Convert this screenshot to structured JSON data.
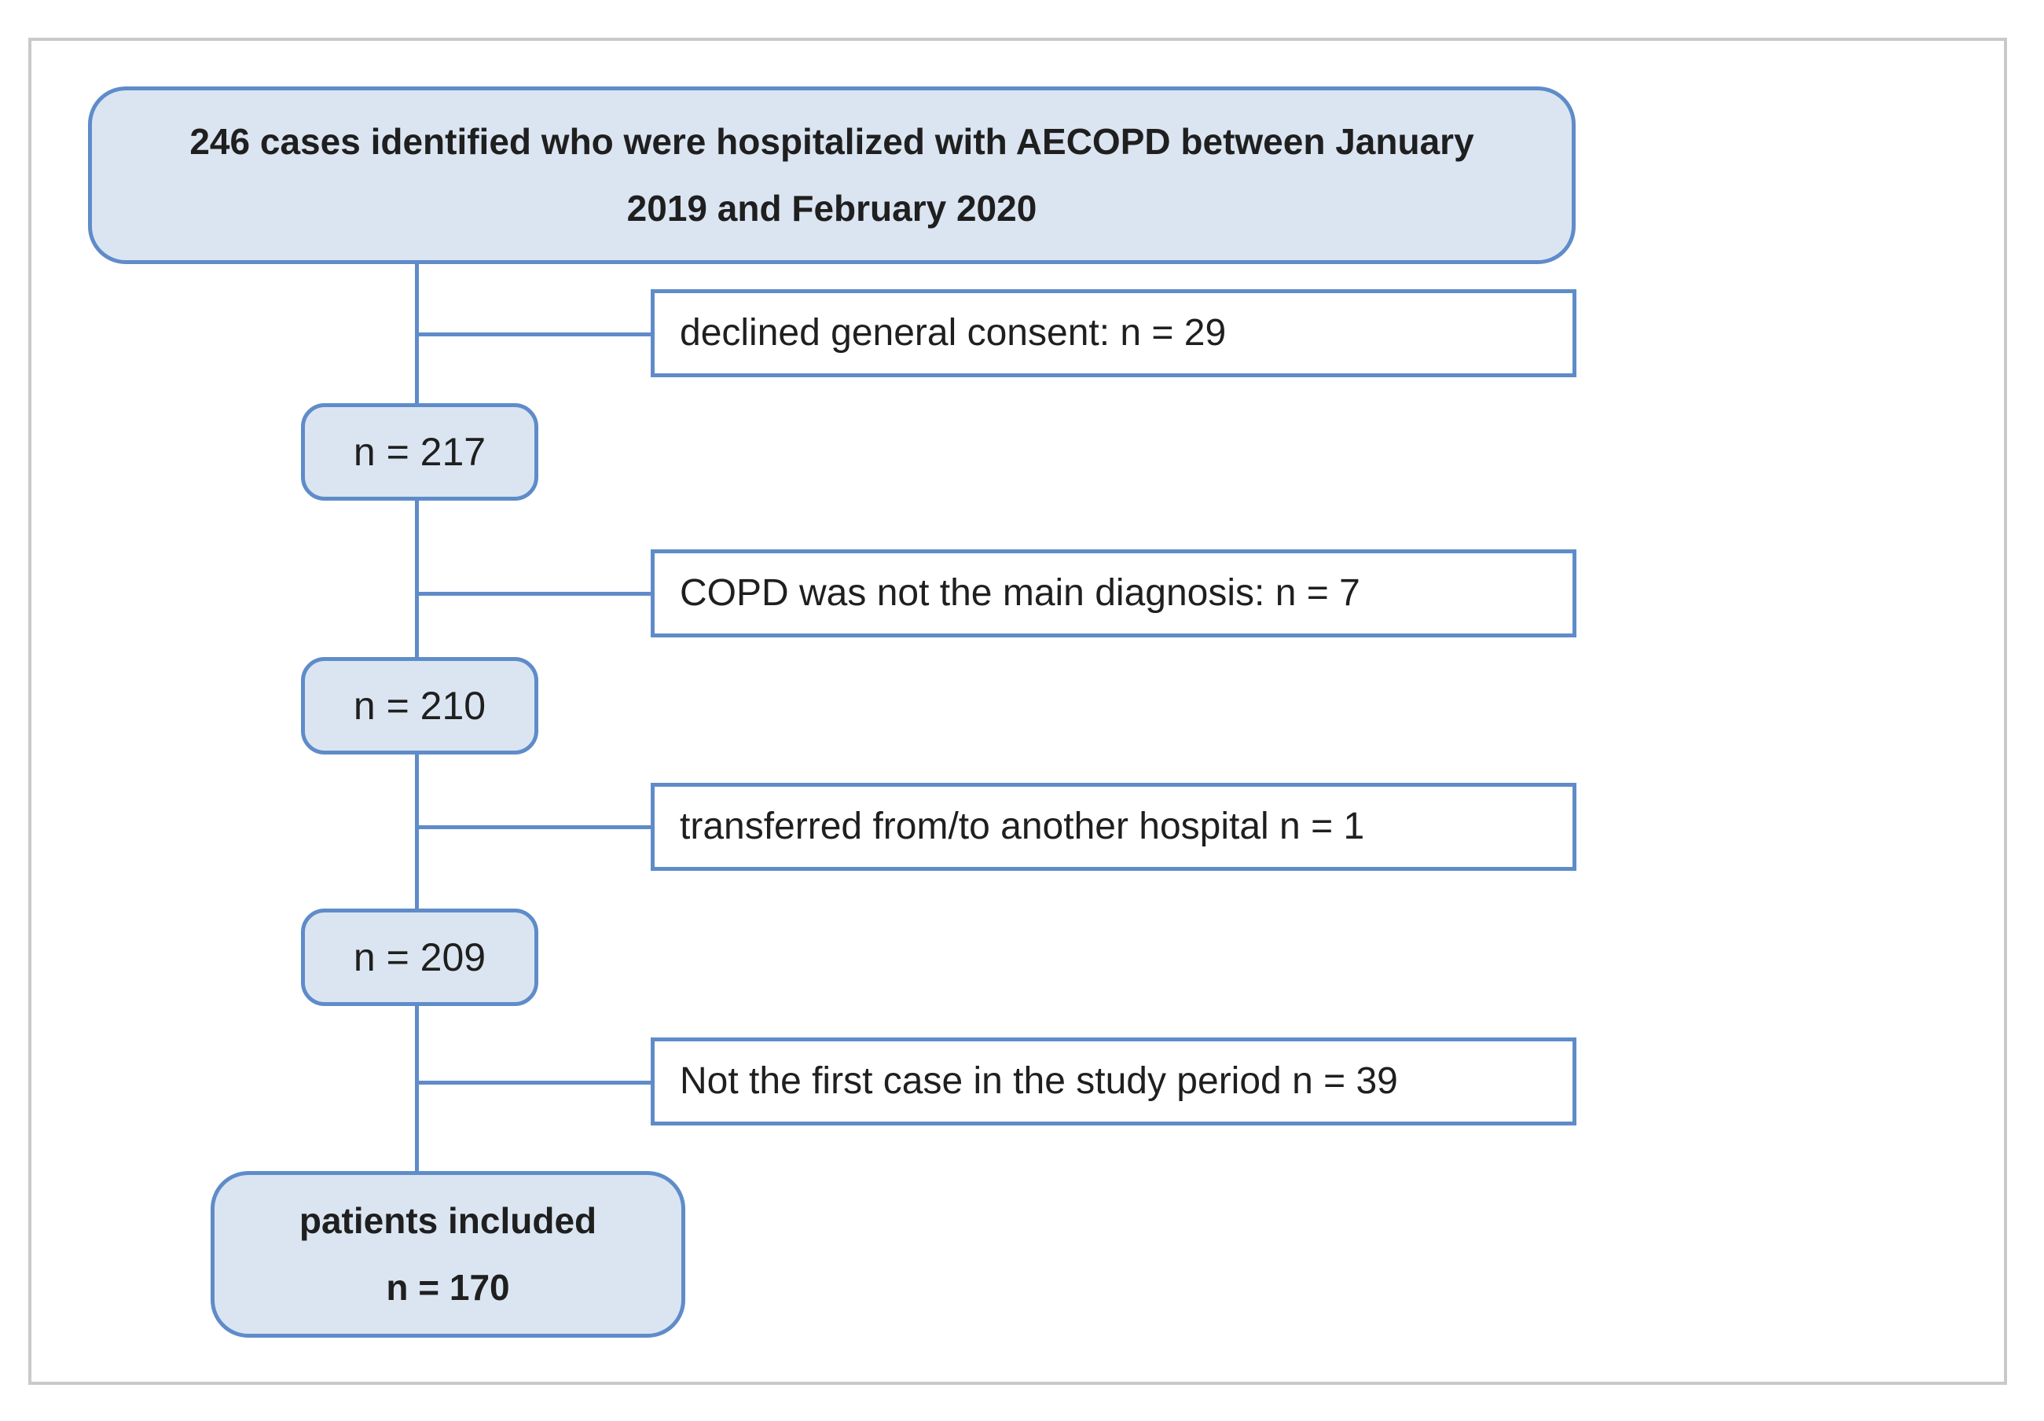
{
  "diagram": {
    "type": "flowchart",
    "description": "Patient inclusion flow diagram",
    "colors": {
      "node_fill": "#dbe5f1",
      "node_border": "#5f8cc9",
      "connector": "#5f8cc9",
      "exclusion_fill": "#ffffff",
      "frame_border": "#c9c9c9",
      "text": "#1f1f1f"
    },
    "start": {
      "lines": [
        "246 cases identified who were hospitalized with AECOPD between January",
        "2019 and February 2020"
      ],
      "n": 246
    },
    "exclusions": [
      {
        "label": "declined general consent: n = 29",
        "n": 29
      },
      {
        "label": "COPD was not the main diagnosis: n = 7",
        "n": 7
      },
      {
        "label": "transferred from/to another hospital n = 1",
        "n": 1
      },
      {
        "label": "Not the first case in the study period n = 39",
        "n": 39
      }
    ],
    "intermediates": [
      {
        "label": "n = 217",
        "n": 217
      },
      {
        "label": "n = 210",
        "n": 210
      },
      {
        "label": "n = 209",
        "n": 209
      }
    ],
    "final": {
      "lines": [
        "patients included",
        "n = 170"
      ],
      "n": 170
    }
  }
}
